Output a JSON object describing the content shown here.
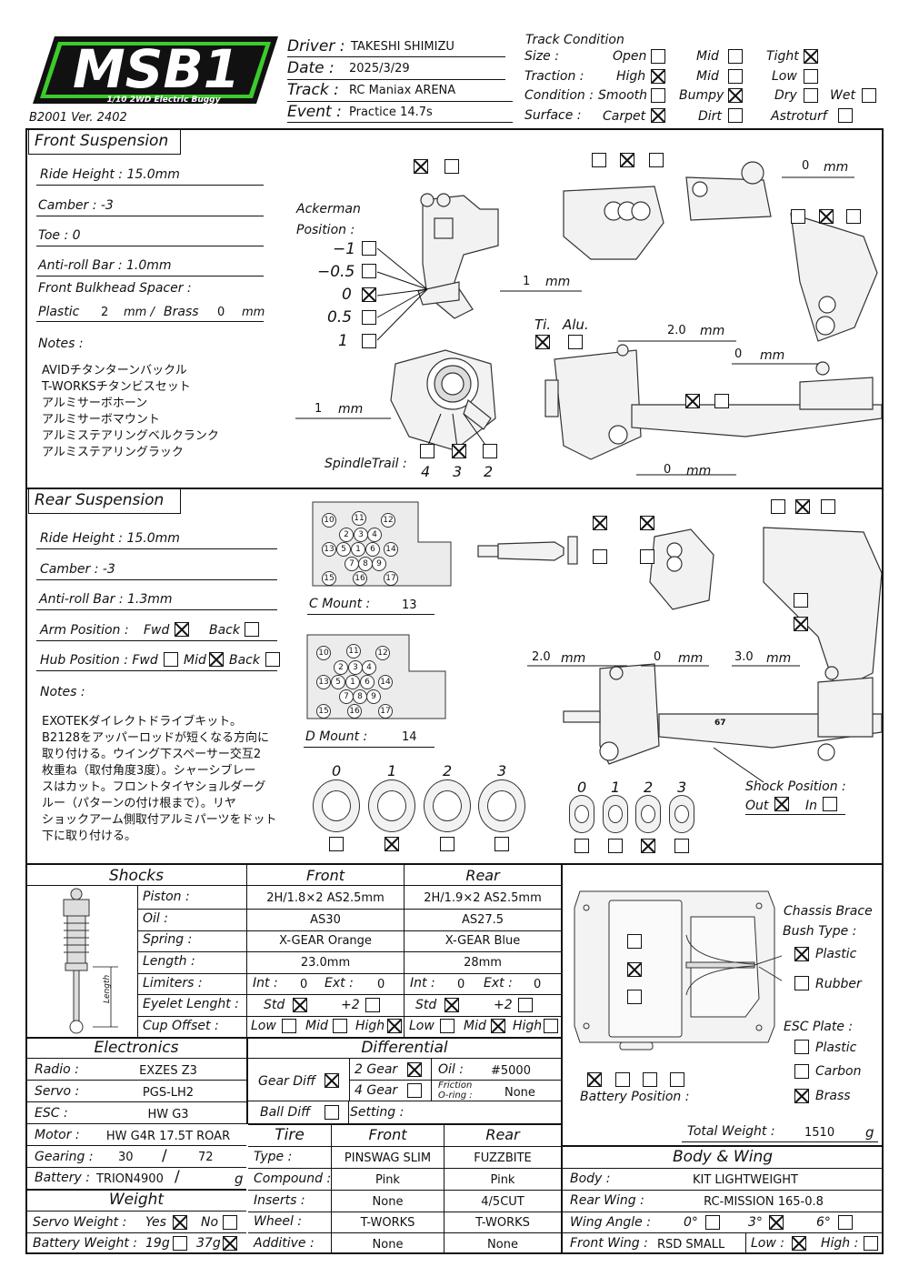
{
  "logo": {
    "main": "MSB1",
    "sub": "1/10 2WD Electric Buggy"
  },
  "version": "B2001 Ver. 2402",
  "header": {
    "driver_label": "Driver :",
    "driver": "TAKESHI SHIMIZU",
    "date_label": "Date :",
    "date": "2025/3/29",
    "track_label": "Track :",
    "track": "RC Maniax ARENA",
    "event_label": "Event :",
    "event": "Practice 14.7s"
  },
  "track_condition": {
    "title": "Track Condition",
    "size_label": "Size :",
    "size_open": "Open",
    "size_mid": "Mid",
    "size_tight": "Tight",
    "traction_label": "Traction :",
    "traction_high": "High",
    "traction_mid": "Mid",
    "traction_low": "Low",
    "condition_label": "Condition :",
    "cond_smooth": "Smooth",
    "cond_bumpy": "Bumpy",
    "cond_dry": "Dry",
    "cond_wet": "Wet",
    "surface_label": "Surface :",
    "surf_carpet": "Carpet",
    "surf_dirt": "Dirt",
    "surf_astro": "Astroturf"
  },
  "front": {
    "title": "Front Suspension",
    "ride_height": "Ride Height : 15.0mm",
    "camber": "Camber : -3",
    "toe": "Toe : 0",
    "antiroll": "Anti-roll Bar : 1.0mm",
    "bulkhead": "Front Bulkhead Spacer :",
    "plastic": "Plastic",
    "plastic_val": "2",
    "mm1": "mm /",
    "brass": "Brass",
    "brass_val": "0",
    "mm2": "mm",
    "notes_label": "Notes :",
    "notes": [
      "AVIDチタンターンバックル",
      "T-WORKSチタンビスセット",
      "アルミサーボホーン",
      "アルミサーボマウント",
      "アルミステアリングベルクランク",
      "アルミステアリングラック"
    ],
    "ackerman_label": "Ackerman",
    "position_label": "Position :",
    "ackerman_opts": [
      "−1",
      "−0.5",
      "0",
      "0.5",
      "1"
    ],
    "spindle_label": "SpindleTrail :",
    "spindle_opts": [
      "4",
      "3",
      "2"
    ],
    "ti": "Ti.",
    "alu": "Alu.",
    "dim_1mm_a": "1",
    "dim_1mm_b": "1",
    "dim_20": "2.0",
    "dim_0a": "0",
    "dim_0b": "0",
    "dim_0c": "0",
    "mm": "mm"
  },
  "rear": {
    "title": "Rear Suspension",
    "ride_height": "Ride Height : 15.0mm",
    "camber": "Camber : -3",
    "antiroll": "Anti-roll Bar : 1.3mm",
    "arm_label": "Arm Position :",
    "fwd": "Fwd",
    "back": "Back",
    "hub_label": "Hub Position : Fwd",
    "mid": "Mid",
    "hub_back": "Back",
    "notes_label": "Notes :",
    "notes": [
      "EXOTEKダイレクトドライブキット。",
      "B2128をアッパーロッドが短くなる方向に",
      "取り付ける。ウイング下スペーサー交互2",
      "枚重ね（取付角度3度）。シャーシブレー",
      "スはカット。フロントタイヤショルダーグ",
      "ルー（パターンの付け根まで）。リヤ",
      "ショックアーム側取付アルミパーツをドット",
      "下に取り付ける。"
    ],
    "c_mount_label": "C Mount :",
    "c_mount": "13",
    "d_mount_label": "D Mount :",
    "d_mount": "14",
    "mount_nums": [
      "10",
      "11",
      "12",
      "2",
      "3",
      "4",
      "13",
      "5",
      "1",
      "6",
      "14",
      "7",
      "8",
      "9",
      "15",
      "16",
      "17"
    ],
    "insert_opts": [
      "0",
      "1",
      "2",
      "3"
    ],
    "arm_opts": [
      "0",
      "1",
      "2",
      "3"
    ],
    "shock_pos_label": "Shock Position :",
    "out": "Out",
    "in": "In",
    "dim_20": "2.0",
    "dim_0": "0",
    "dim_30": "3.0",
    "mm": "mm",
    "marker": "67"
  },
  "shocks": {
    "title": "Shocks",
    "front": "Front",
    "rear": "Rear",
    "length_lbl": "Length",
    "rows": [
      {
        "label": "Piston :",
        "front": "2H/1.8×2 AS2.5mm",
        "rear": "2H/1.9×2 AS2.5mm"
      },
      {
        "label": "Oil :",
        "front": "AS30",
        "rear": "AS27.5"
      },
      {
        "label": "Spring :",
        "front": "X-GEAR Orange",
        "rear": "X-GEAR Blue"
      },
      {
        "label": "Length :",
        "front": "23.0mm",
        "rear": "28mm"
      }
    ],
    "limiters_label": "Limiters :",
    "int": "Int :",
    "ext": "Ext :",
    "lim_front_int": "0",
    "lim_front_ext": "0",
    "lim_rear_int": "0",
    "lim_rear_ext": "0",
    "eyelet_label": "Eyelet Lenght :",
    "std": "Std",
    "plus2": "+2",
    "cup_label": "Cup Offset :",
    "low": "Low",
    "mid": "Mid",
    "high": "High"
  },
  "electronics": {
    "title": "Electronics",
    "rows": [
      {
        "label": "Radio :",
        "value": "EXZES Z3"
      },
      {
        "label": "Servo :",
        "value": "PGS-LH2"
      },
      {
        "label": "ESC :",
        "value": "HW G3"
      },
      {
        "label": "Motor :",
        "value": "HW G4R 17.5T ROAR"
      }
    ],
    "gearing_label": "Gearing :",
    "gear1": "30",
    "slash": "/",
    "gear2": "72",
    "battery_label": "Battery :",
    "battery": "TRION4900",
    "bat_slash": "/",
    "g": "g"
  },
  "weight": {
    "title": "Weight",
    "servo_label": "Servo Weight :",
    "yes": "Yes",
    "no": "No",
    "battery_label": "Battery Weight :",
    "w19": "19g",
    "w37": "37g"
  },
  "differential": {
    "title": "Differential",
    "gear_diff": "Gear Diff",
    "gear2": "2 Gear",
    "gear4": "4 Gear",
    "oil_label": "Oil :",
    "oil": "#5000",
    "friction": "Friction",
    "oring": "O-ring :",
    "friction_val": "None",
    "ball_diff": "Ball Diff",
    "setting": "Setting :"
  },
  "tire": {
    "title": "Tire",
    "front": "Front",
    "rear": "Rear",
    "rows": [
      {
        "label": "Type :",
        "front": "PINSWAG SLIM",
        "rear": "FUZZBITE"
      },
      {
        "label": "Compound :",
        "front": "Pink",
        "rear": "Pink"
      },
      {
        "label": "Inserts :",
        "front": "None",
        "rear": "4/5CUT"
      },
      {
        "label": "Wheel :",
        "front": "T-WORKS",
        "rear": "T-WORKS"
      },
      {
        "label": "Additive :",
        "front": "None",
        "rear": "None"
      }
    ]
  },
  "chassis": {
    "brace_label": "Chassis Brace",
    "bush_label": "Bush Type :",
    "plastic": "Plastic",
    "rubber": "Rubber",
    "esc_plate_label": "ESC Plate :",
    "esc_plastic": "Plastic",
    "carbon": "Carbon",
    "brass": "Brass",
    "battery_pos_label": "Battery Position :",
    "total_weight_label": "Total Weight :",
    "total_weight": "1510",
    "g": "g"
  },
  "body": {
    "title": "Body & Wing",
    "body_label": "Body :",
    "body": "KIT LIGHTWEIGHT",
    "rear_wing_label": "Rear Wing :",
    "rear_wing": "RC-MISSION 165-0.8",
    "angle_label": "Wing Angle :",
    "a0": "0°",
    "a3": "3°",
    "a6": "6°",
    "front_wing_label": "Front Wing :",
    "front_wing": "RSD SMALL",
    "low": "Low :",
    "high": "High :"
  }
}
